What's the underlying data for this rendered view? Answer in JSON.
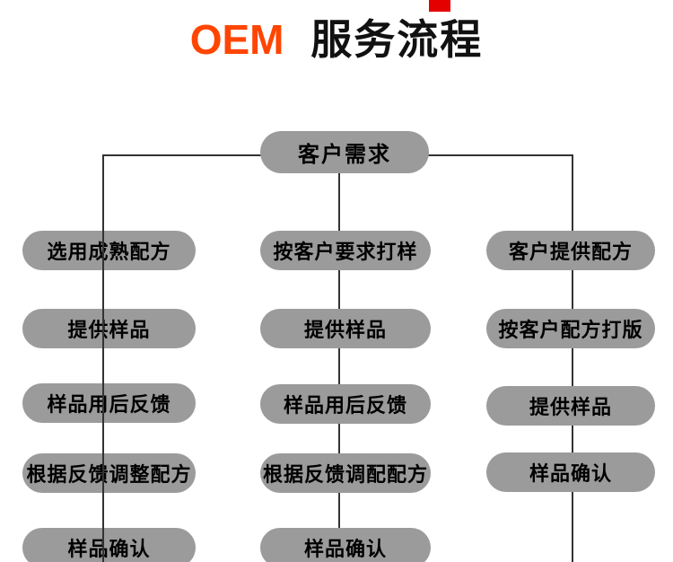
{
  "page": {
    "background_color": "#ffffff"
  },
  "header": {
    "title_highlight": "OEM",
    "title_rest": "服务流程",
    "highlight_color": "#ff4500",
    "title_color": "#111111",
    "badge_color": "#e50000"
  },
  "flow": {
    "node_color": "#9b9b9b",
    "node_text_color": "#000000",
    "line_color": "#333333",
    "root": {
      "label": "客户需求"
    },
    "columns": [
      {
        "id": "left",
        "steps": [
          "选用成熟配方",
          "提供样品",
          "样品用后反馈",
          "根据反馈调整配方",
          "样品确认"
        ]
      },
      {
        "id": "middle",
        "steps": [
          "按客户要求打样",
          "提供样品",
          "样品用后反馈",
          "根据反馈调配配方",
          "样品确认"
        ]
      },
      {
        "id": "right",
        "steps": [
          "客户提供配方",
          "按客户配方打版",
          "提供样品",
          "样品确认"
        ]
      }
    ]
  }
}
